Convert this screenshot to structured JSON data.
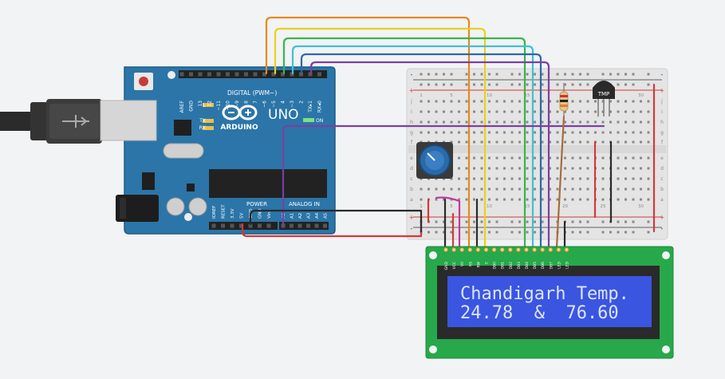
{
  "arduino": {
    "brand": "ARDUINO",
    "model": "UNO",
    "digital_header_label": "DIGITAL (PWM~)",
    "power_header_label": "POWER",
    "analog_header_label": "ANALOG IN",
    "led_l": "L",
    "led_tx": "TX",
    "led_rx": "RX",
    "led_on": "ON",
    "digital_pins": [
      "AREF",
      "GND",
      "13",
      "12",
      "~11",
      "~10",
      "~9",
      "8",
      "7",
      "~6",
      "~5",
      "4",
      "~3",
      "2",
      "TX▸1",
      "RX◂0"
    ],
    "power_pins": [
      "IOREF",
      "RESET",
      "3.3V",
      "5V",
      "GND",
      "GND",
      "Vin"
    ],
    "analog_pins": [
      "A0",
      "A1",
      "A2",
      "A3",
      "A4",
      "A5"
    ]
  },
  "breadboard": {
    "row_letters_top": [
      "j",
      "i",
      "h",
      "g",
      "f"
    ],
    "row_letters_bottom": [
      "e",
      "d",
      "c",
      "b",
      "a"
    ],
    "column_numbers": [
      "1",
      "5",
      "10",
      "15",
      "20",
      "25",
      "30"
    ],
    "rail_plus": "+",
    "rail_minus": "-"
  },
  "sensor": {
    "label": "TMP"
  },
  "lcd": {
    "line1": "Chandigarh Temp.",
    "line2": "24.78  &  76.60",
    "pin_labels": [
      "GND",
      "VCC",
      "V0",
      "RS",
      "RW",
      "E",
      "DB0",
      "DB1",
      "DB2",
      "DB3",
      "DB4",
      "DB5",
      "DB6",
      "DB7",
      "LED",
      "LED"
    ]
  },
  "colors": {
    "arduino_board": "#2b75a8",
    "breadboard": "#e4e4e4",
    "lcd_pcb": "#27a84a",
    "lcd_screen": "#3a55e0",
    "lcd_text": "#dde4ff"
  }
}
